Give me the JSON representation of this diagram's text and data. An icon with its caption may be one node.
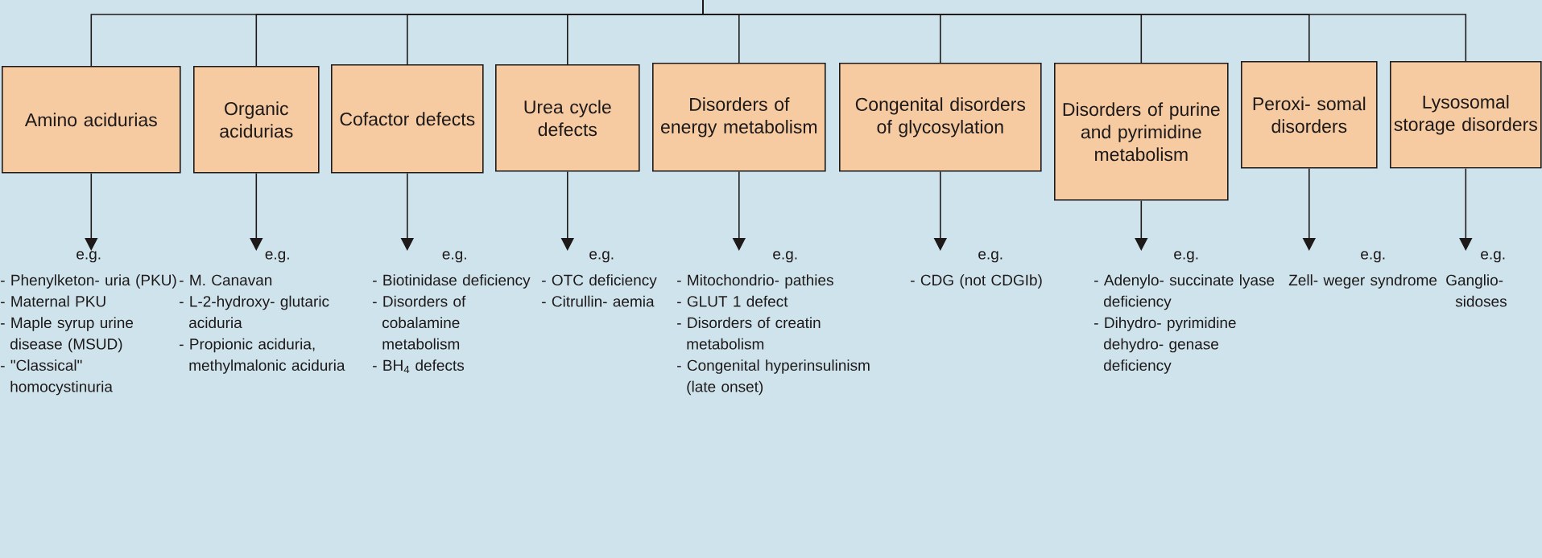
{
  "diagram": {
    "nodes": [
      {
        "text": [
          "Amino acidurias"
        ]
      },
      {
        "text": [
          "Organic acidurias"
        ]
      },
      {
        "text": [
          "Cofactor defects"
        ]
      },
      {
        "text": [
          "Urea cycle defects"
        ]
      },
      {
        "text": [
          "Disorders of energy metabolism"
        ]
      },
      {
        "text": [
          "Congenital disorders of glycosylation"
        ]
      },
      {
        "text": [
          "Disorders of purine and pyrimidine metabolism"
        ]
      },
      {
        "text": [
          "Peroxi- somal disorders"
        ]
      },
      {
        "text": [
          "Lysosomal storage disorders"
        ]
      },
      {
        "text": [
          "e.g.",
          "- Phenylketon- uria (PKU)",
          "- Maternal PKU",
          "- Maple syrup urine disease (MSUD)",
          "- \"Classical\" homocystinuria"
        ]
      },
      {
        "text": [
          "e.g.",
          "- M. Canavan",
          "- L-2-hydroxy- glutaric aciduria",
          "- Propionic aciduria, methylmalonic aciduria"
        ]
      },
      {
        "text": [
          "e.g.",
          "- Biotinidase deficiency",
          "- Disorders of cobalamine metabolism",
          "- BH$_{4}$ defects"
        ]
      },
      {
        "text": [
          "e.g.",
          "- OTC deficiency",
          "- Citrullin- aemia"
        ]
      },
      {
        "text": [
          "e.g.",
          "- Mitochondrio- pathies",
          "- GLUT 1 defect",
          "- Disorders of creatin metabolism",
          "- Congenital hyperinsulinism (late onset)"
        ]
      },
      {
        "text": [
          "e.g.",
          "- CDG (not CDGIb)"
        ]
      },
      {
        "text": [
          "e.g.",
          "- Adenylo- succinate lyase deficiency",
          "- Dihydro- pyrimidine dehydro- genase deficiency"
        ]
      },
      {
        "text": [
          "e.g.",
          "Zell- weger syndrome"
        ]
      },
      {
        "text": [
          "e.g.",
          "Ganglio- sidoses"
        ]
      }
    ],
    "edges": [
      {
        "from": null,
        "to": 0,
        "arrow": "none"
      },
      {
        "from": null,
        "to": 1,
        "arrow": "none"
      },
      {
        "from": null,
        "to": 2,
        "arrow": "none"
      },
      {
        "from": null,
        "to": 3,
        "arrow": "none"
      },
      {
        "from": null,
        "to": 4,
        "arrow": "none"
      },
      {
        "from": null,
        "to": 5,
        "arrow": "none"
      },
      {
        "from": null,
        "to": 6,
        "arrow": "none"
      },
      {
        "from": null,
        "to": 7,
        "arrow": "none"
      },
      {
        "from": null,
        "to": 8,
        "arrow": "none"
      },
      {
        "from": 0,
        "to": 9,
        "arrow": "to"
      },
      {
        "from": 1,
        "to": 10,
        "arrow": "to"
      },
      {
        "from": 2,
        "to": 11,
        "arrow": "to"
      },
      {
        "from": 3,
        "to": 12,
        "arrow": "to"
      },
      {
        "from": 4,
        "to": 13,
        "arrow": "to"
      },
      {
        "from": 5,
        "to": 14,
        "arrow": "to"
      },
      {
        "from": 6,
        "to": 15,
        "arrow": "to"
      },
      {
        "from": 7,
        "to": 16,
        "arrow": "to"
      },
      {
        "from": 8,
        "to": 17,
        "arrow": "to"
      }
    ]
  }
}
